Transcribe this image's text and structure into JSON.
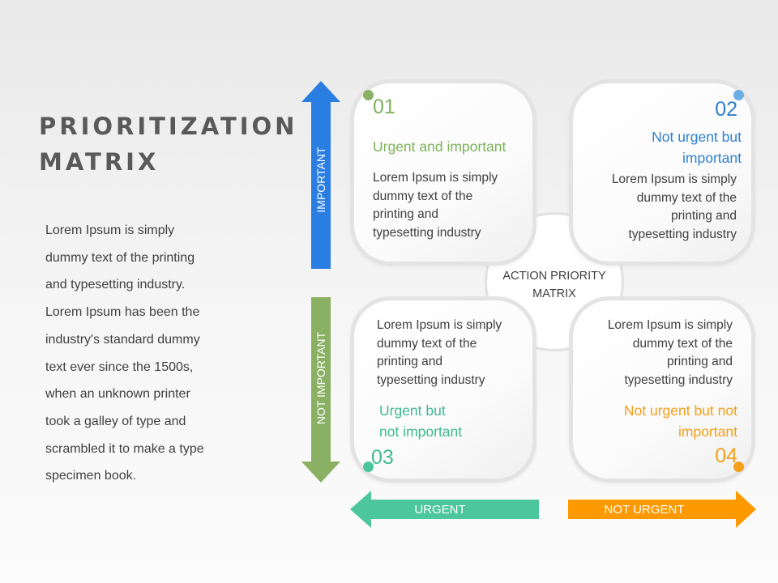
{
  "title": {
    "line1": "PRIORITIZATION",
    "line2": "MATRIX"
  },
  "description": [
    "Lorem Ipsum is simply",
    "dummy text of the printing",
    "and typesetting industry.",
    "Lorem Ipsum has been the",
    "industry's standard dummy",
    "text ever since the 1500s,",
    "when an unknown printer",
    "took a galley of type and",
    "scrambled it to make a type",
    "specimen book."
  ],
  "axes": {
    "important": "IMPORTANT",
    "not_important": "NOT IMPORTANT",
    "urgent": "URGENT",
    "not_urgent": "NOT URGENT"
  },
  "center": {
    "line1": "ACTION PRIORITY",
    "line2": "MATRIX"
  },
  "quadrants": [
    {
      "number": "01",
      "heading": [
        "Urgent and important"
      ],
      "body": [
        "Lorem Ipsum is simply",
        "dummy text of the",
        "printing and",
        "typesetting industry"
      ],
      "color": "#7db25a"
    },
    {
      "number": "02",
      "heading": [
        "Not urgent but",
        "important"
      ],
      "body": [
        "Lorem Ipsum is simply",
        "dummy text of the",
        "printing and",
        "typesetting industry"
      ],
      "color": "#2e7fd1"
    },
    {
      "number": "03",
      "heading": [
        "Urgent but",
        "not important"
      ],
      "body": [
        "Lorem Ipsum is simply",
        "dummy text of the",
        "printing and",
        "typesetting industry"
      ],
      "color": "#3fb993"
    },
    {
      "number": "04",
      "heading": [
        "Not urgent but not",
        "important"
      ],
      "body": [
        "Lorem Ipsum is simply",
        "dummy text of the",
        "printing and",
        "typesetting industry"
      ],
      "color": "#f4a019"
    }
  ],
  "colors": {
    "arrow_blue": "#2a7de1",
    "arrow_green": "#8ab163",
    "arrow_teal": "#4cc79d",
    "arrow_orange": "#ff9900"
  }
}
